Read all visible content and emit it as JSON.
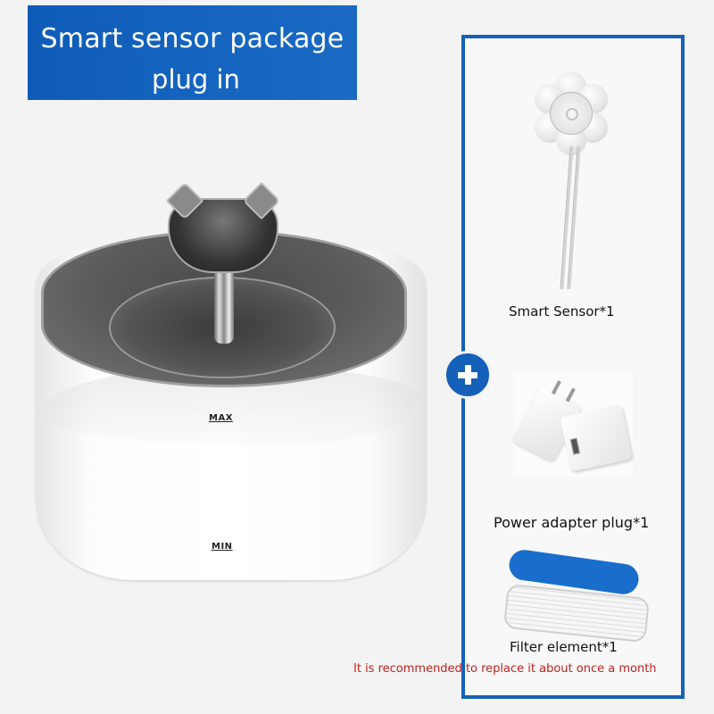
{
  "banner": {
    "line1": "Smart sensor package",
    "line2": "plug in",
    "background_color": "#1565c0",
    "text_color": "#ffffff"
  },
  "product": {
    "name": "pet water fountain",
    "max_label": "MAX",
    "min_label": "MIN"
  },
  "package_panel": {
    "border_color": "#1560b8",
    "plus_icon": "plus-circle-icon",
    "items": [
      {
        "label": "Smart Sensor*1",
        "icon": "motion-sensor-image"
      },
      {
        "label": "Power adapter plug*1",
        "icon": "power-adapter-image"
      },
      {
        "label": "Filter element*1",
        "icon": "filter-element-image"
      }
    ]
  },
  "note": {
    "text": "It is recommended to replace it about once a month",
    "color": "#c0221f"
  }
}
